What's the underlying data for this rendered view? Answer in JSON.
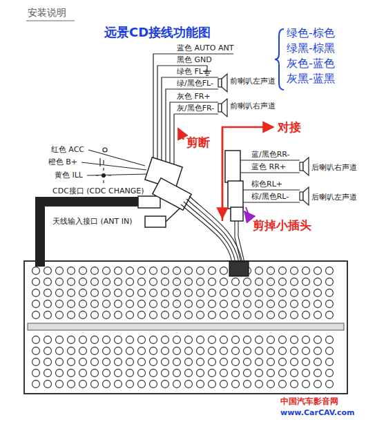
{
  "diagram": {
    "title": "远景CD接线功能图",
    "labels": [
      "安装说明",
      "蓝色 AUTO ANT",
      "黑色 GND",
      "绿色 FL+",
      "绿/黑色FL-",
      "前喇叭左声道",
      "灰色 FR+",
      "灰/黑色FR-",
      "前喇叭右声道",
      "绿色-棕色",
      "绿黑-棕黑",
      "灰色-蓝色",
      "灰黑-蓝黑",
      "对接",
      "剪断",
      "红色 ACC",
      "橙色 B+",
      "黄色 ILL",
      "CDC接口 (CDC CHANGE)",
      "天线输入接口 (ANT IN)",
      "蓝/黑色RR-",
      "蓝色 RR+",
      "后喇叭右声道",
      "棕色RL+",
      "棕/黑色RL-",
      "后喇叭左声道",
      "剪掉小插头",
      "中国汽车影音网",
      "www.CarCAV.com"
    ]
  }
}
